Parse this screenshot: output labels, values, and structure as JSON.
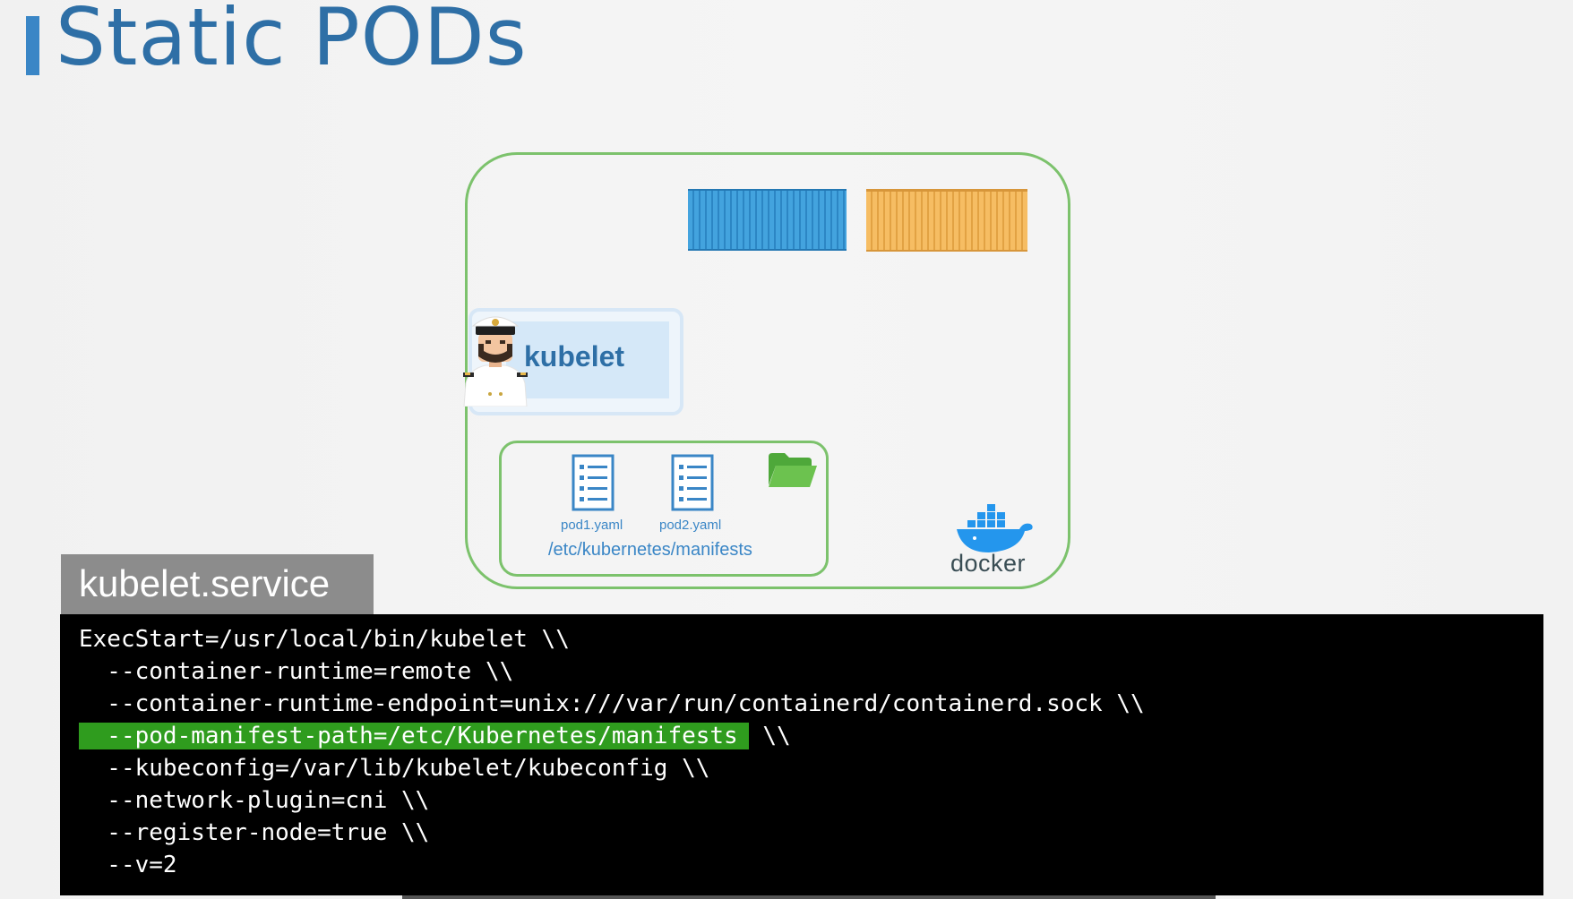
{
  "title": "Static PODs",
  "kubelet": {
    "label": "kubelet"
  },
  "manifests": {
    "files": [
      "pod1.yaml",
      "pod2.yaml"
    ],
    "path": "/etc/kubernetes/manifests"
  },
  "docker": {
    "label": "docker"
  },
  "service": {
    "tab_label": "kubelet.service",
    "lines": [
      "ExecStart=/usr/local/bin/kubelet \\\\",
      "  --container-runtime=remote \\\\",
      "  --container-runtime-endpoint=unix:///var/run/containerd/containerd.sock \\\\",
      "  --pod-manifest-path=/etc/Kubernetes/manifests",
      "  --kubeconfig=/var/lib/kubelet/kubeconfig \\\\",
      "  --network-plugin=cni \\\\",
      "  --register-node=true \\\\",
      "  --v=2"
    ],
    "highlight_suffix": " \\\\"
  },
  "colors": {
    "title": "#2e6fa6",
    "accent_bar": "#3a86c6",
    "node_border": "#7cc26c",
    "container_blue": "#43a3de",
    "container_orange": "#f6bd63",
    "highlight": "#2f9c1e",
    "code_bg": "#000000"
  },
  "icons": {
    "captain": "captain-icon",
    "document": "document-icon",
    "folder": "folder-open-icon",
    "docker": "docker-whale-icon"
  }
}
